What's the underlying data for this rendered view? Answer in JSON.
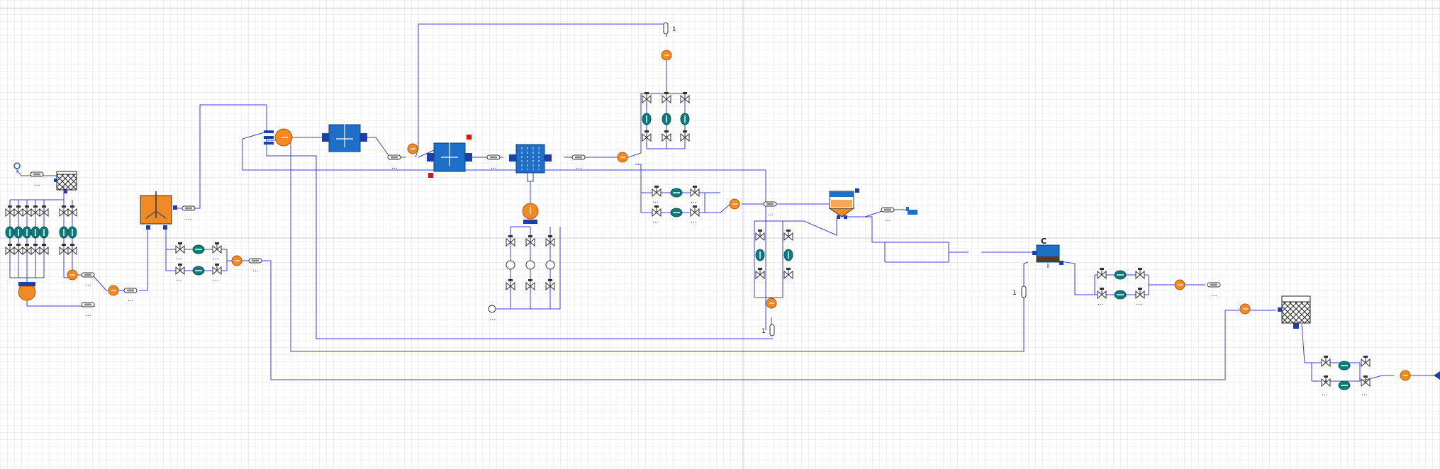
{
  "diagram": {
    "colors": {
      "background": "#ffffff",
      "grid_minor": "#e4e6ea",
      "grid_major": "#c9ccd2",
      "wire": "#3b3fd6",
      "pump": "#f08a24",
      "tank": "#1e6fc8",
      "valve_teal": "#0e7a7a",
      "port": "#1d3fa8",
      "alarm": "#e01010"
    },
    "labels": {
      "param_dots": "...",
      "flow_index": "1",
      "column_tag": "C"
    },
    "components": [
      {
        "name": "source",
        "icon": "source-icon"
      },
      {
        "name": "filter-1",
        "icon": "hatched-filter-icon"
      },
      {
        "name": "mixer-tank",
        "icon": "stirred-tank-icon"
      },
      {
        "name": "reactor-1",
        "icon": "reactor-icon"
      },
      {
        "name": "reactor-2",
        "icon": "reactor-icon"
      },
      {
        "name": "membrane-module",
        "icon": "membrane-icon"
      },
      {
        "name": "settler",
        "icon": "settler-icon"
      },
      {
        "name": "column",
        "icon": "column-icon"
      },
      {
        "name": "filter-2",
        "icon": "hatched-filter-icon"
      },
      {
        "name": "sink",
        "icon": "sink-icon"
      }
    ]
  }
}
